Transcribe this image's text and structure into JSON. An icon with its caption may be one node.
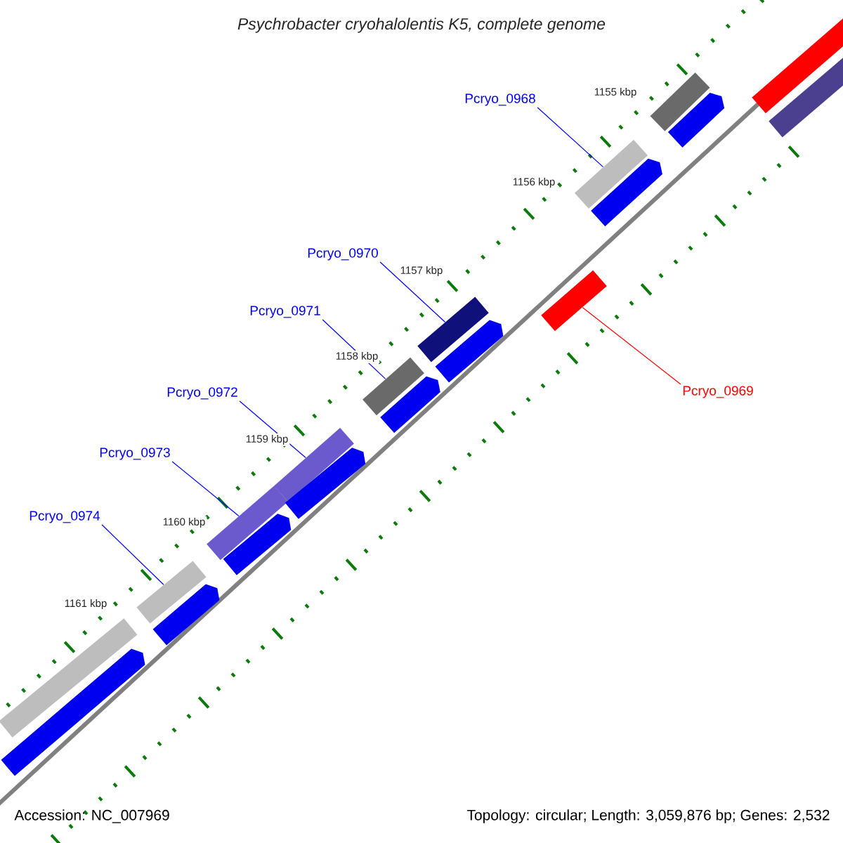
{
  "diagram": {
    "title": "Psychrobacter cryohalolentis K5, complete genome",
    "nodes": [
      {
        "text": [
          "Pcryo_0968"
        ]
      },
      {
        "text": [],
        "shape": "bar"
      },
      {
        "text": [
          "Pcryo_0970"
        ]
      },
      {
        "text": [],
        "shape": "bar"
      },
      {
        "text": [
          "Pcryo_0971"
        ]
      },
      {
        "text": [],
        "shape": "bar"
      },
      {
        "text": [
          "Pcryo_0969"
        ]
      },
      {
        "text": [],
        "shape": "bar"
      },
      {
        "text": [
          "Pcryo_0972"
        ]
      },
      {
        "text": [],
        "shape": "bar"
      },
      {
        "text": [
          "Pcryo_0973"
        ]
      },
      {
        "text": [],
        "shape": "bar"
      },
      {
        "text": [
          "Pcryo_0974"
        ]
      },
      {
        "text": [],
        "shape": "bar"
      },
      {
        "text": [],
        "shape": "bar"
      },
      {
        "text": [],
        "shape": "bar"
      },
      {
        "text": [],
        "shape": "bar"
      },
      {
        "text": [],
        "shape": "bar"
      },
      {
        "text": [],
        "shape": "arrow"
      },
      {
        "text": [],
        "shape": "arrow"
      },
      {
        "text": [],
        "shape": "arrow"
      },
      {
        "text": [],
        "shape": "arrow"
      },
      {
        "text": [],
        "shape": "arrow"
      },
      {
        "text": [],
        "shape": "arrow"
      },
      {
        "text": [],
        "shape": "arrow"
      },
      {
        "text": [],
        "shape": "arrow"
      }
    ],
    "edges": [
      {
        "from": 0,
        "to": 1,
        "arrow": "none"
      },
      {
        "from": 2,
        "to": 3,
        "arrow": "none"
      },
      {
        "from": 4,
        "to": 5,
        "arrow": "none"
      },
      {
        "from": 6,
        "to": 7,
        "arrow": "none",
        "color": "#ff0000"
      },
      {
        "from": 8,
        "to": 9,
        "arrow": "none"
      },
      {
        "from": 10,
        "to": 11,
        "arrow": "none"
      },
      {
        "from": 12,
        "to": 13,
        "arrow": "none"
      }
    ],
    "labels": [
      "1155 kbp",
      "1156 kbp",
      "1157 kbp",
      "1158 kbp",
      "1159 kbp",
      "1160 kbp",
      "1161 kbp",
      "Accession: NC_007969",
      "Topology: circular; Length: 3,059,876 bp; Genes: 2,532"
    ]
  }
}
